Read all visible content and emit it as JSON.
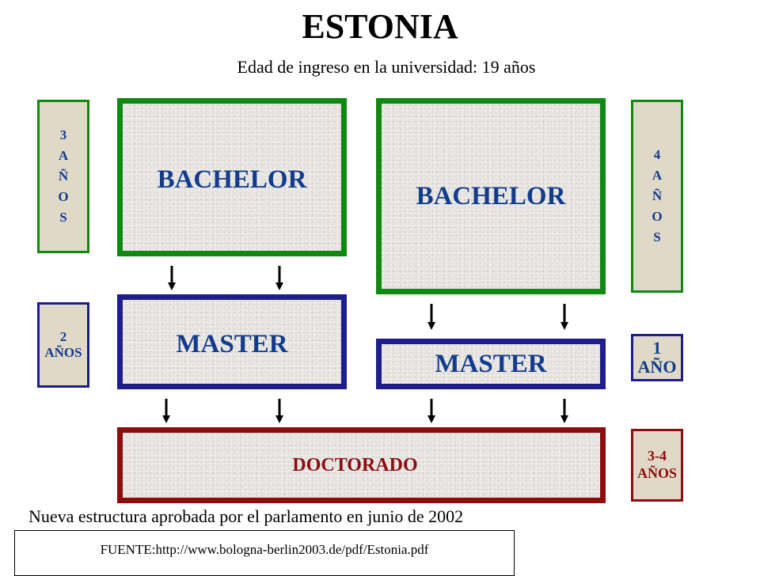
{
  "title": "ESTONIA",
  "subtitle": "Edad de ingreso en la universidad: 19 años",
  "boxes": {
    "bachelor_left": "BACHELOR",
    "bachelor_right": "BACHELOR",
    "master_left": "MASTER",
    "master_right": "MASTER",
    "doctorado": "DOCTORADO"
  },
  "durations": {
    "three_years": "3AÑOS",
    "four_years": "4AÑOS",
    "two_years_num": "2",
    "two_years_unit": "AÑOS",
    "one_year_num": "1",
    "one_year_unit": "AÑO",
    "doct_num": "3-4",
    "doct_unit": "AÑOS"
  },
  "footnote": "Nueva estructura aprobada por el parlamento en junio de 2002",
  "source": "FUENTE:http://www.bologna-berlin2003.de/pdf/Estonia.pdf",
  "colors": {
    "bachelor_border": "#118811",
    "master_border": "#1d1d8c",
    "doctorado_border": "#8c0d0d",
    "label_blue": "#123c8c",
    "label_red": "#8c0d0d"
  }
}
